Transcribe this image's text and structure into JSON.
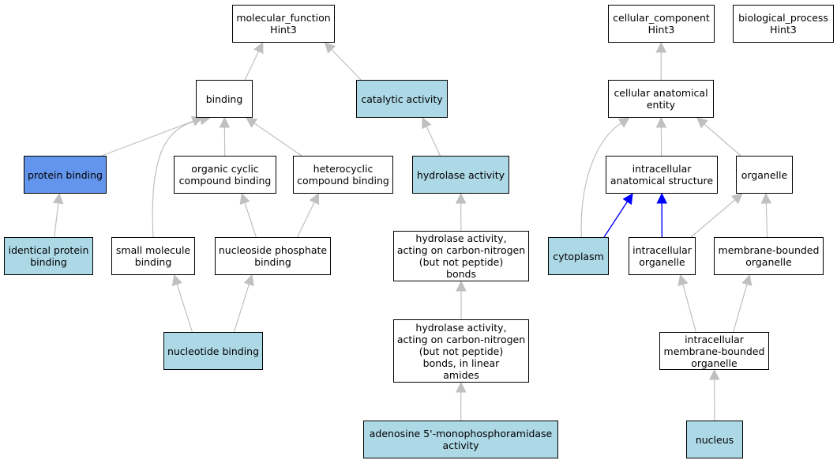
{
  "colors": {
    "plain": "#ffffff",
    "light": "#add8e6",
    "highlight": "#6495ed",
    "edge": "#c0c0c0",
    "edge_highlight": "#0000ff"
  },
  "nodes": {
    "molecular_function": {
      "label": "molecular_function\nHint3",
      "fill": "plain"
    },
    "binding": {
      "label": "binding",
      "fill": "plain"
    },
    "catalytic_activity": {
      "label": "catalytic activity",
      "fill": "light"
    },
    "protein_binding": {
      "label": "protein binding",
      "fill": "highlight"
    },
    "organic_cyclic": {
      "label": "organic cyclic\ncompound binding",
      "fill": "plain"
    },
    "heterocyclic": {
      "label": "heterocyclic\ncompound binding",
      "fill": "plain"
    },
    "hydrolase_activity": {
      "label": "hydrolase activity",
      "fill": "light"
    },
    "identical_protein": {
      "label": "identical protein\nbinding",
      "fill": "light"
    },
    "small_molecule": {
      "label": "small molecule\nbinding",
      "fill": "plain"
    },
    "nucleoside_phosphate": {
      "label": "nucleoside phosphate\nbinding",
      "fill": "plain"
    },
    "hydrolase_cn": {
      "label": "hydrolase activity,\nacting on carbon-nitrogen\n(but not peptide)\nbonds",
      "fill": "plain"
    },
    "nucleotide_binding": {
      "label": "nucleotide binding",
      "fill": "light"
    },
    "hydrolase_cn_linear": {
      "label": "hydrolase activity,\nacting on carbon-nitrogen\n(but not peptide)\nbonds, in linear\namides",
      "fill": "plain"
    },
    "adenosine": {
      "label": "adenosine 5'-monophosphoramidase\nactivity",
      "fill": "light"
    },
    "cellular_component": {
      "label": "cellular_component\nHint3",
      "fill": "plain"
    },
    "biological_process": {
      "label": "biological_process\nHint3",
      "fill": "plain"
    },
    "cellular_anatomical": {
      "label": "cellular anatomical\nentity",
      "fill": "plain"
    },
    "intracellular_anatomical": {
      "label": "intracellular\nanatomical structure",
      "fill": "plain"
    },
    "organelle": {
      "label": "organelle",
      "fill": "plain"
    },
    "cytoplasm": {
      "label": "cytoplasm",
      "fill": "light"
    },
    "intracellular_organelle": {
      "label": "intracellular\norganelle",
      "fill": "plain"
    },
    "membrane_bounded": {
      "label": "membrane-bounded\norganelle",
      "fill": "plain"
    },
    "intracellular_membrane": {
      "label": "intracellular\nmembrane-bounded\norganelle",
      "fill": "plain"
    },
    "nucleus": {
      "label": "nucleus",
      "fill": "light"
    }
  },
  "edges": [
    {
      "from": "binding",
      "to": "molecular_function"
    },
    {
      "from": "catalytic_activity",
      "to": "molecular_function"
    },
    {
      "from": "protein_binding",
      "to": "binding"
    },
    {
      "from": "small_molecule",
      "to": "binding"
    },
    {
      "from": "organic_cyclic",
      "to": "binding"
    },
    {
      "from": "heterocyclic",
      "to": "binding"
    },
    {
      "from": "identical_protein",
      "to": "protein_binding"
    },
    {
      "from": "nucleoside_phosphate",
      "to": "organic_cyclic"
    },
    {
      "from": "nucleoside_phosphate",
      "to": "heterocyclic"
    },
    {
      "from": "nucleotide_binding",
      "to": "small_molecule"
    },
    {
      "from": "nucleotide_binding",
      "to": "nucleoside_phosphate"
    },
    {
      "from": "hydrolase_activity",
      "to": "catalytic_activity"
    },
    {
      "from": "hydrolase_cn",
      "to": "hydrolase_activity"
    },
    {
      "from": "hydrolase_cn_linear",
      "to": "hydrolase_cn"
    },
    {
      "from": "adenosine",
      "to": "hydrolase_cn_linear"
    },
    {
      "from": "cellular_anatomical",
      "to": "cellular_component"
    },
    {
      "from": "cytoplasm",
      "to": "cellular_anatomical"
    },
    {
      "from": "intracellular_anatomical",
      "to": "cellular_anatomical"
    },
    {
      "from": "organelle",
      "to": "cellular_anatomical"
    },
    {
      "from": "cytoplasm",
      "to": "intracellular_anatomical",
      "highlight": true
    },
    {
      "from": "intracellular_organelle",
      "to": "intracellular_anatomical",
      "highlight": true
    },
    {
      "from": "intracellular_organelle",
      "to": "organelle"
    },
    {
      "from": "membrane_bounded",
      "to": "organelle"
    },
    {
      "from": "intracellular_membrane",
      "to": "intracellular_organelle"
    },
    {
      "from": "intracellular_membrane",
      "to": "membrane_bounded"
    },
    {
      "from": "nucleus",
      "to": "intracellular_membrane"
    }
  ]
}
